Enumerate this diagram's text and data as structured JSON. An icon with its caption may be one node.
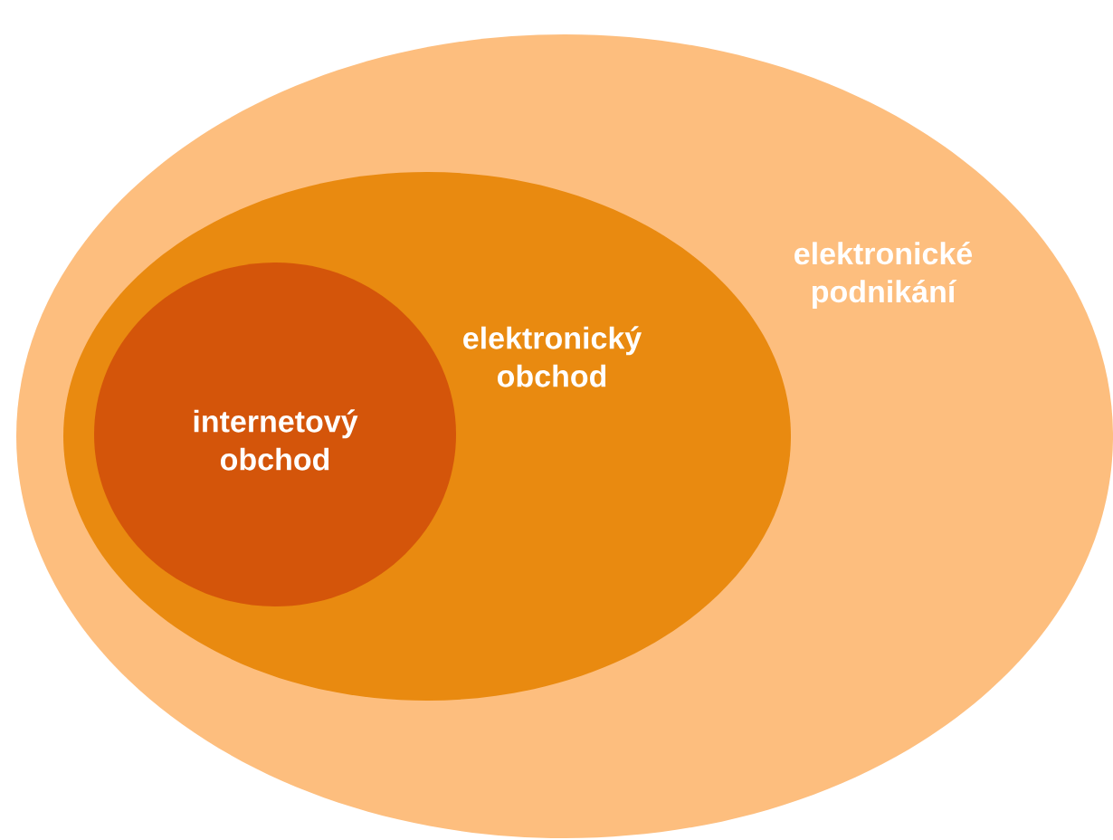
{
  "diagram": {
    "nodes": [
      {
        "text": [
          "elektronické podnikání"
        ]
      },
      {
        "text": [
          "elektronický obchod"
        ],
        "in": 0
      },
      {
        "text": [
          "internetový obchod"
        ],
        "in": 1
      }
    ]
  }
}
